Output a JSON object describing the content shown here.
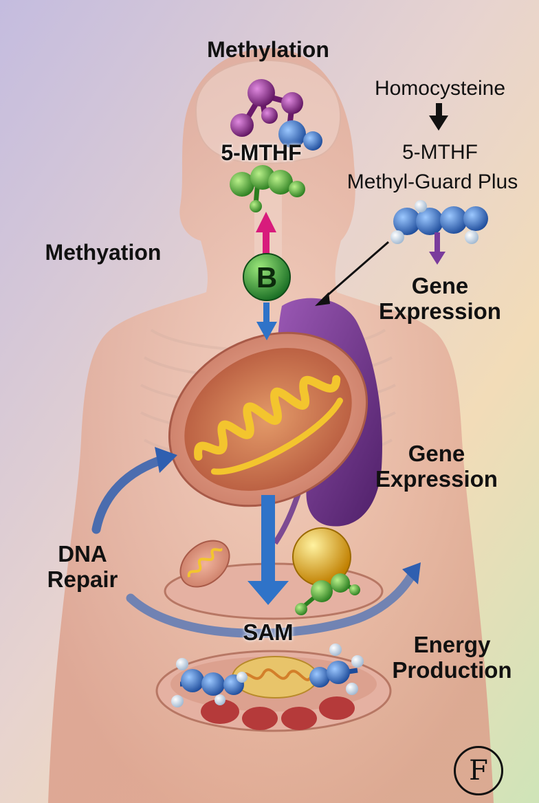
{
  "labels": {
    "methylation": "Methylation",
    "mthf_head": "5-MTHF",
    "homocysteine": "Homocysteine",
    "mthf_right": "5-MTHF",
    "methyl_guard": "Methyl-Guard Plus",
    "methyation": "Methyation",
    "b_marker": "B",
    "gene_expression_top_1": "Gene",
    "gene_expression_top_2": "Expression",
    "gene_expression_mid_1": "Gene",
    "gene_expression_mid_2": "Expression",
    "dna_repair_1": "DNA",
    "dna_repair_2": "Repair",
    "sam": "SAM",
    "energy_production_1": "Energy",
    "energy_production_2": "Production",
    "badge": "F"
  },
  "colors": {
    "bg_left": "#c9c0de",
    "bg_right": "#f3dcae",
    "bg_bottom_right": "#cfe4b8",
    "body": "#e8b9a4",
    "arrow_blue": "#2f73c8",
    "arrow_magenta": "#d81b7c",
    "arrow_purple": "#7a3c9c",
    "molecule_green": "#3aa02c",
    "molecule_blue": "#2f6fc6",
    "molecule_purple": "#8a2a8a",
    "b_marker_green": "#2e9a3a",
    "mitochondria_gold": "#e8b21c",
    "kidney_purple": "#6d2f86"
  }
}
